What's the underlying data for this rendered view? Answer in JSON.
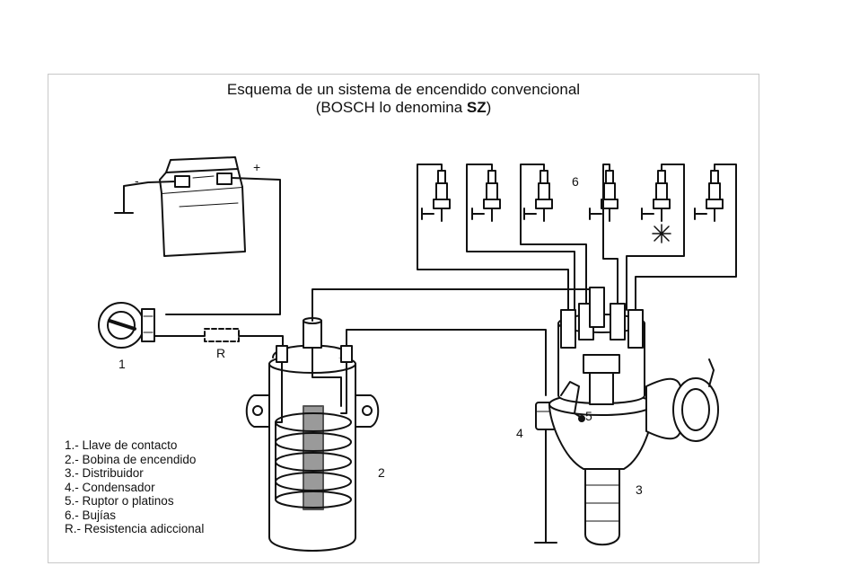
{
  "title": {
    "line1": "Esquema de un sistema de encendido convencional",
    "line2_prefix": "(BOSCH lo denomina ",
    "line2_bold": "SZ",
    "line2_suffix": ")"
  },
  "battery": {
    "minus": "-",
    "plus": "+"
  },
  "labels": {
    "key": "1",
    "resistor": "R",
    "coil": "2",
    "distributor": "3",
    "condenser": "4",
    "breaker": "5",
    "plugs": "6"
  },
  "legend": [
    "1.- Llave de contacto",
    "2.- Bobina de encendido",
    "3.- Distribuidor",
    "4.- Condensador",
    "5.- Ruptor o platinos",
    "6.- Bujías",
    "R.- Resistencia adiccional"
  ]
}
